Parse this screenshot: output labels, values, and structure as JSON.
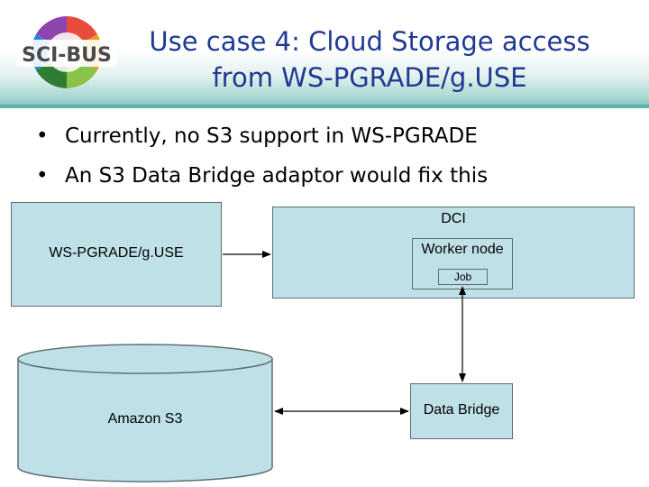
{
  "slide": {
    "title_line1": "Use case 4: Cloud Storage access",
    "title_line2": "from WS-PGRADE/g.USE",
    "logo_text": "SCI-BUS",
    "bullets": [
      "Currently, no S3 support in WS-PGRADE",
      "An S3 Data Bridge adaptor would fix this"
    ]
  },
  "diagram": {
    "wspgrade_label": "WS-PGRADE/g.USE",
    "dci_label": "DCI",
    "worker_label": "Worker node",
    "job_label": "Job",
    "amazon_label": "Amazon S3",
    "bridge_label": "Data Bridge"
  },
  "colors": {
    "title": "#1f3a93",
    "box_fill": "#bfe0e6",
    "box_border": "#5d6e73"
  }
}
